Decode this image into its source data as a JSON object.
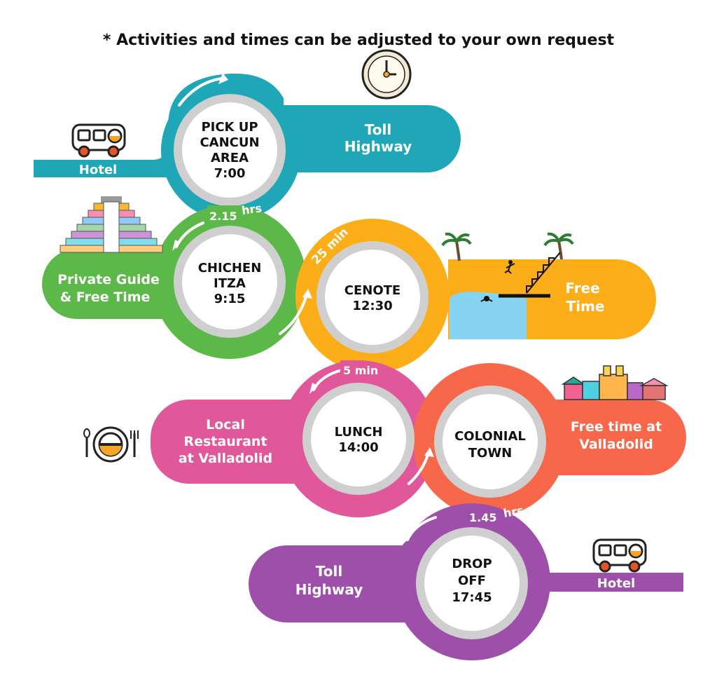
{
  "heading": "* Activities and times can be adjusted to your own request",
  "colors": {
    "teal": "#1fa7b8",
    "green": "#5cb848",
    "orange": "#fbae17",
    "pink": "#e0579a",
    "coral": "#f7684a",
    "purple": "#9e4fa9",
    "ring": "#cfcfcf",
    "water": "#87d3f2"
  },
  "stops": [
    {
      "id": "pickup",
      "line1": "PICK UP",
      "line2": "CANCUN",
      "line3": "AREA",
      "line4": "7:00"
    },
    {
      "id": "chichen",
      "line1": "CHICHEN",
      "line2": "ITZA",
      "line3": "9:15"
    },
    {
      "id": "cenote",
      "line1": "CENOTE",
      "line2": "12:30"
    },
    {
      "id": "lunch",
      "line1": "LUNCH",
      "line2": "14:00"
    },
    {
      "id": "colonial",
      "line1": "COLONIAL",
      "line2": "TOWN"
    },
    {
      "id": "dropoff",
      "line1": "DROP",
      "line2": "OFF",
      "line3": "17:45"
    }
  ],
  "bands": {
    "hotel_start": "Hotel",
    "toll_top_1": "Toll",
    "toll_top_2": "Highway",
    "guide_1": "Private  Guide",
    "guide_2": "& Free Time",
    "free_time_1": "Free",
    "free_time_2": "Time",
    "restaurant_1": "Local",
    "restaurant_2": "Restaurant",
    "restaurant_3": "at Valladolid",
    "valladolid_1": "Free time at",
    "valladolid_2": "Valladolid",
    "toll_bottom_1": "Toll",
    "toll_bottom_2": "Highway",
    "hotel_end": "Hotel"
  },
  "durations": {
    "leg1_num": "2.15",
    "leg1_unit": "hrs",
    "leg2": "25 min",
    "leg3": "5 min",
    "leg4_num": "1.45",
    "leg4_unit": "hrs"
  },
  "icons": [
    "bus-icon",
    "clock-icon",
    "pyramid-icon",
    "palm-tree-icon",
    "cenote-icon",
    "plate-icon",
    "town-icon"
  ]
}
